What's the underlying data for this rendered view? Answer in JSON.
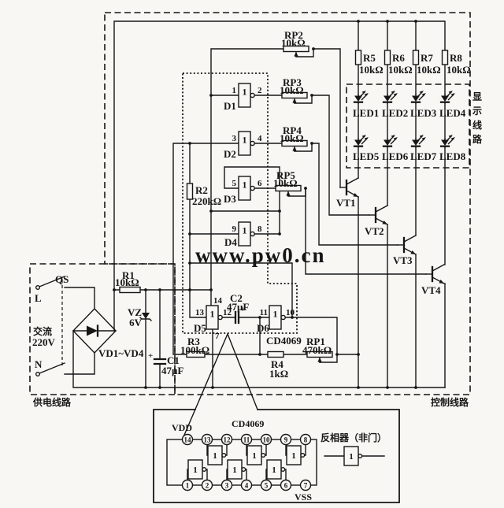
{
  "colors": {
    "ink": "#161616",
    "watermark": "#2a2ad0",
    "bg": "#f8f7f3"
  },
  "watermark": "www.pw0.cn",
  "power": {
    "box": "供电线路",
    "qs": "QS",
    "l": "L",
    "n": "N",
    "ac1": "交流",
    "ac2": "220V",
    "bridge": "VD1~VD4",
    "r1": {
      "name": "R1",
      "value": "10kΩ"
    },
    "vz": {
      "name": "VZ",
      "value": "6V"
    },
    "c1": {
      "name": "C1",
      "value": "47μF",
      "plus": "+"
    }
  },
  "control": {
    "box": "控制线路"
  },
  "r2": {
    "name": "R2",
    "value": "220kΩ"
  },
  "gates": {
    "symbol": "1",
    "d1": {
      "name": "D1",
      "pin_in": "1",
      "pin_out": "2"
    },
    "d2": {
      "name": "D2",
      "pin_in": "3",
      "pin_out": "4"
    },
    "d3": {
      "name": "D3",
      "pin_in": "5",
      "pin_out": "6"
    },
    "d4": {
      "name": "D4",
      "pin_in": "9",
      "pin_out": "8"
    },
    "d5": {
      "name": "D5",
      "pin_in": "13",
      "pin_out": "12",
      "pin_vdd": "14",
      "pin_vss": "7"
    },
    "d6": {
      "name": "D6",
      "pin_in": "11",
      "pin_out": "10"
    }
  },
  "ic_label": "CD4069",
  "c2": {
    "name": "C2",
    "value": "47μF",
    "plus": "+"
  },
  "r3": {
    "name": "R3",
    "value": "100kΩ"
  },
  "r4": {
    "name": "R4",
    "value": "1kΩ"
  },
  "rp1": {
    "name": "RP1",
    "value": "470kΩ"
  },
  "pots": {
    "rp2": {
      "name": "RP2",
      "value": "10kΩ"
    },
    "rp3": {
      "name": "RP3",
      "value": "10kΩ"
    },
    "rp4": {
      "name": "RP4",
      "value": "10kΩ"
    },
    "rp5": {
      "name": "RP5",
      "value": "10kΩ"
    }
  },
  "display": {
    "box_chars": [
      "显",
      "示",
      "线",
      "路"
    ],
    "r": [
      {
        "name": "R5",
        "value": "10kΩ"
      },
      {
        "name": "R6",
        "value": "10kΩ"
      },
      {
        "name": "R7",
        "value": "10kΩ"
      },
      {
        "name": "R8",
        "value": "10kΩ"
      }
    ],
    "leds": [
      "LED1",
      "LED2",
      "LED3",
      "LED4",
      "LED5",
      "LED6",
      "LED7",
      "LED8"
    ]
  },
  "vt": [
    "VT1",
    "VT2",
    "VT3",
    "VT4"
  ],
  "package": {
    "title": "CD4069",
    "vdd": "VDD",
    "vss": "VSS",
    "top_pins": [
      "14",
      "13",
      "12",
      "11",
      "10",
      "9",
      "8"
    ],
    "bottom_pins": [
      "1",
      "2",
      "3",
      "4",
      "5",
      "6",
      "7"
    ],
    "note": "反相器（非门）",
    "symbol": "1"
  }
}
